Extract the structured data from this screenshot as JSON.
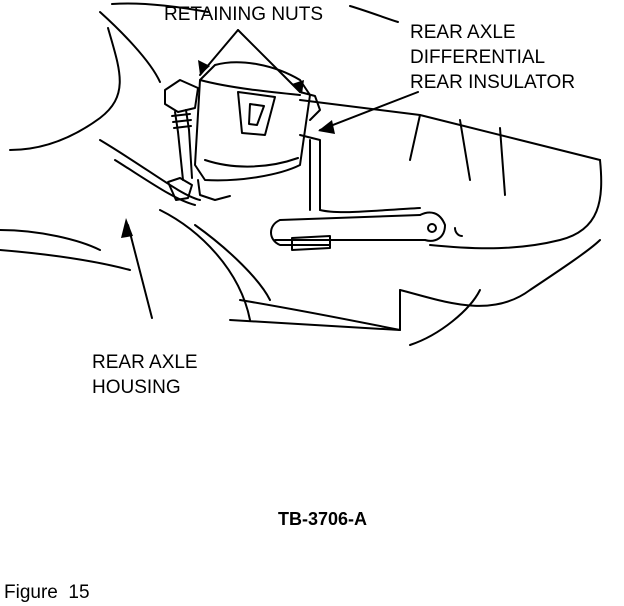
{
  "labels": {
    "retaining_nuts": "RETAINING NUTS",
    "insulator_line1": "REAR AXLE",
    "insulator_line2": "DIFFERENTIAL",
    "insulator_line3": "REAR INSULATOR",
    "housing_line1": "REAR AXLE",
    "housing_line2": "HOUSING"
  },
  "code": "TB-3706-A",
  "caption": "Figure  15",
  "colors": {
    "ink": "#000000",
    "paper": "#ffffff"
  }
}
